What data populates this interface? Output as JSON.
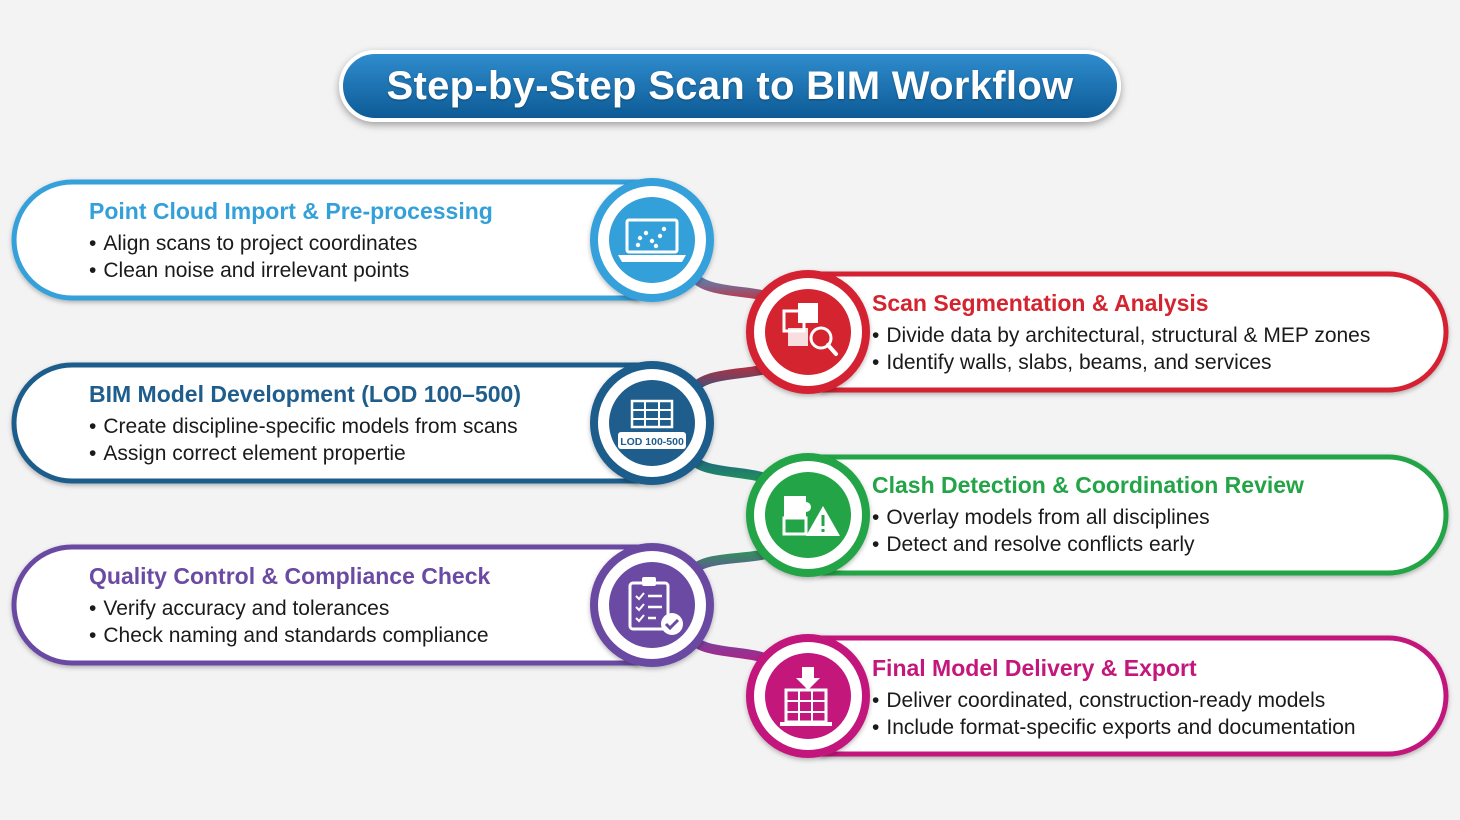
{
  "title": "Step-by-Step Scan to BIM Workflow",
  "colors": {
    "blue": "#34a0da",
    "red": "#d42430",
    "navy": "#1f5d8c",
    "green": "#22a447",
    "purple": "#6b4aa3",
    "magenta": "#c3177c"
  },
  "steps": [
    {
      "title": "Point Cloud Import & Pre-processing",
      "bullets": [
        "Align scans to project coordinates",
        "Clean noise and irrelevant points"
      ],
      "icon": "laptop-point-cloud-icon"
    },
    {
      "title": "Scan Segmentation & Analysis",
      "bullets": [
        "Divide data by architectural, structural & MEP zones",
        "Identify walls, slabs, beams, and services"
      ],
      "icon": "cubes-magnifier-icon"
    },
    {
      "title": "BIM Model Development (LOD 100–500)",
      "bullets": [
        "Create discipline-specific models from scans",
        "Assign correct element propertie"
      ],
      "icon": "building-block-icon",
      "icon_label": "LOD 100-500"
    },
    {
      "title": "Clash Detection & Coordination Review",
      "bullets": [
        "Overlay models from all disciplines",
        "Detect and resolve conflicts early"
      ],
      "icon": "puzzle-warning-icon"
    },
    {
      "title": "Quality Control & Compliance Check",
      "bullets": [
        "Verify accuracy and tolerances",
        "Check naming and standards compliance"
      ],
      "icon": "checklist-clipboard-icon"
    },
    {
      "title": "Final Model Delivery & Export",
      "bullets": [
        "Deliver coordinated, construction-ready models",
        "Include format-specific exports and documentation"
      ],
      "icon": "model-export-icon"
    }
  ]
}
